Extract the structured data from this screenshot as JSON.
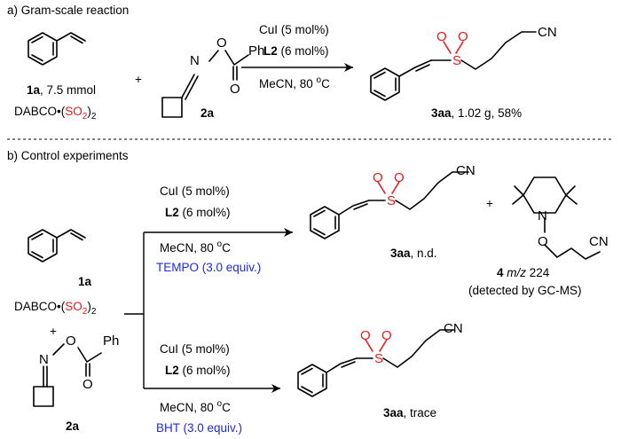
{
  "section_a": {
    "title": "a) Gram-scale reaction",
    "reagent_1_id": "1a",
    "reagent_1_amount": ", 7.5 mmol",
    "sulfur_source_prefix": "DABCO•(",
    "sulfur_source_so": "SO",
    "sulfur_source_sub": "2",
    "sulfur_source_suffix": ")",
    "sulfur_source_outer_sub": "2",
    "plus": "+",
    "reagent_2_id": "2a",
    "cond_catalyst": "CuI (5 mol%)",
    "cond_ligand_bold": "L2",
    "cond_ligand_rest": " (6 mol%)",
    "cond_solvent": "MeCN, 80 ",
    "cond_temp_sup": "o",
    "cond_temp_unit": "C",
    "product_id": "3aa",
    "product_result": ", 1.02 g, 58%"
  },
  "section_b": {
    "title": "b) Control experiments",
    "reagent_1_id": "1a",
    "sulfur_source_prefix": "DABCO•(",
    "sulfur_source_so": "SO",
    "sulfur_source_sub": "2",
    "sulfur_source_suffix": ")",
    "sulfur_source_outer_sub": "2",
    "plus": "+",
    "reagent_2_id": "2a",
    "exp1": {
      "catalyst": "CuI (5 mol%)",
      "ligand_bold": "L2",
      "ligand_rest": " (6 mol%)",
      "solvent": "MeCN, 80 ",
      "temp_sup": "o",
      "temp_unit": "C",
      "additive": "TEMPO (3.0 equiv.)",
      "product_id": "3aa",
      "product_result": ", n.d.",
      "plus": "+",
      "adduct_id": "4",
      "adduct_mz_italic": "m/z",
      "adduct_mz_value": " 224",
      "adduct_detection": "(detected by GC-MS)"
    },
    "exp2": {
      "catalyst": "CuI (5 mol%)",
      "ligand_bold": "L2",
      "ligand_rest": " (6 mol%)",
      "solvent": "MeCN, 80 ",
      "temp_sup": "o",
      "temp_unit": "C",
      "additive": "BHT (3.0 equiv.)",
      "product_id": "3aa",
      "product_result": ", trace"
    }
  },
  "atoms": {
    "nitrile": "CN",
    "sulfur": "S",
    "oxygen": "O",
    "nitrogen": "N",
    "phenyl": "Ph"
  },
  "colors": {
    "red": "#e8191a",
    "blue": "#1f2bd8"
  }
}
